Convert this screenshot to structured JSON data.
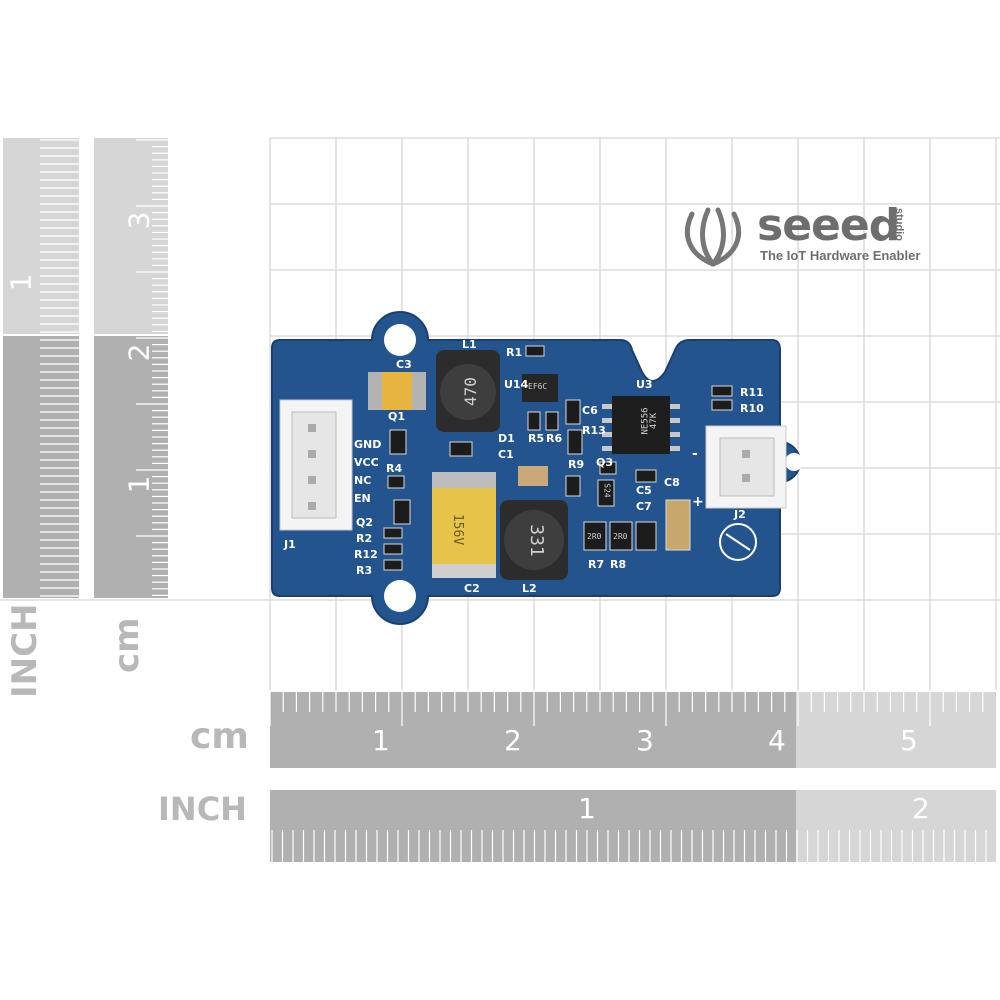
{
  "brand": {
    "name": "seeed",
    "sub": "studio",
    "tagline": "The IoT Hardware Enabler"
  },
  "rulers": {
    "left_labels": [
      "INCH",
      "cm"
    ],
    "left_inch_numbers": [
      "1",
      "2",
      "3"
    ],
    "left_cm_numbers": [
      "1"
    ],
    "bottom_cm_label": "cm",
    "bottom_cm_numbers": [
      "1",
      "2",
      "3",
      "4",
      "5"
    ],
    "bottom_inch_label": "INCH",
    "bottom_inch_numbers": [
      "1",
      "2"
    ]
  },
  "board": {
    "pcb_color": "#24548e",
    "pin_labels": [
      "GND",
      "VCC",
      "NC",
      "EN"
    ],
    "silkscreen": {
      "j1": "J1",
      "j2": "J2",
      "c1": "C1",
      "c2": "C2",
      "c3": "C3",
      "c5": "C5",
      "c6": "C6",
      "c7": "C7",
      "c8": "C8",
      "l1": "L1",
      "l2": "L2",
      "u3": "U3",
      "u14": "U14",
      "r1": "R1",
      "r2": "R2",
      "r3": "R3",
      "r4": "R4",
      "r5": "R5",
      "r6": "R6",
      "r7": "R7",
      "r8": "R8",
      "r9": "R9",
      "r10": "R10",
      "r11": "R11",
      "r12": "R12",
      "r13": "R13",
      "q1": "Q1",
      "q2": "Q2",
      "q3": "Q3",
      "d1": "D1",
      "minus": "-",
      "plus": "+"
    },
    "part_markings": {
      "l1": "470",
      "l2": "331",
      "c2": "156V",
      "u3_line1": "NE556",
      "u3_line2": "47K",
      "u14": "EF6C",
      "s24": "S24",
      "r7": "2R0",
      "r8": "2R0"
    }
  }
}
